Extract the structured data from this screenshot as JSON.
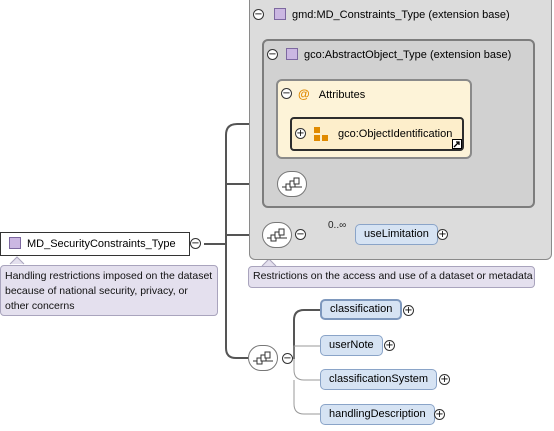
{
  "colors": {
    "extension_box_outer": "#dcdcdc",
    "extension_box_inner": "#d1d1d1",
    "attributes_box": "#fdf3d8",
    "element_node": "#d6e3f3",
    "documentation": "#e4e0ee",
    "type_icon": "#cbb7e2"
  },
  "outer_extension": {
    "title": "gmd:MD_Constraints_Type (extension base)",
    "toggle": "−"
  },
  "inner_extension": {
    "title": "gco:AbstractObject_Type (extension base)",
    "toggle": "−"
  },
  "attributes": {
    "label": "Attributes",
    "at_symbol": "@",
    "toggle": "−"
  },
  "attribute_group": {
    "label": "gco:ObjectIdentification",
    "toggle": "+"
  },
  "root": {
    "label": "MD_SecurityConstraints_Type",
    "toggle": "−"
  },
  "root_doc": "Handling restrictions imposed on the dataset because of national security, privacy, or other concerns",
  "use_limitation": {
    "label": "useLimitation",
    "occurs": "0..∞",
    "toggle": "+"
  },
  "seq_toggle_a": "−",
  "seq_toggle_b": "−",
  "constraints_doc": "Restrictions on the access and use of a dataset or metadata",
  "children": [
    {
      "label": "classification",
      "toggle": "+"
    },
    {
      "label": "userNote",
      "toggle": "+"
    },
    {
      "label": "classificationSystem",
      "toggle": "+"
    },
    {
      "label": "handlingDescription",
      "toggle": "+"
    }
  ]
}
